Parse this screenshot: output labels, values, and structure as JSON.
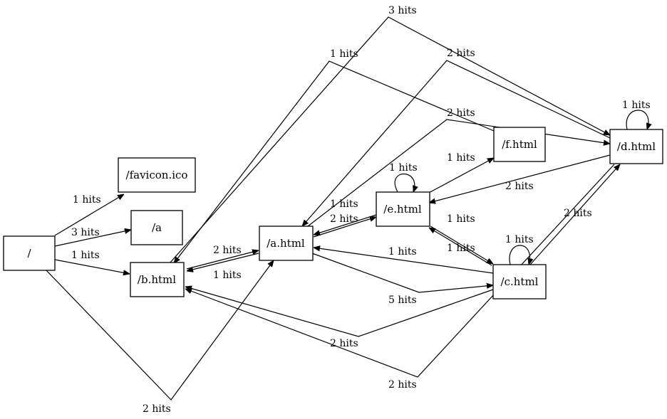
{
  "nodes": [
    {
      "id": "root",
      "label": "/"
    },
    {
      "id": "favicon",
      "label": "/favicon.ico"
    },
    {
      "id": "a",
      "label": "/a"
    },
    {
      "id": "b_html",
      "label": "/b.html"
    },
    {
      "id": "a_html",
      "label": "/a.html"
    },
    {
      "id": "e_html",
      "label": "/e.html"
    },
    {
      "id": "f_html",
      "label": "/f.html"
    },
    {
      "id": "c_html",
      "label": "/c.html"
    },
    {
      "id": "d_html",
      "label": "/d.html"
    }
  ],
  "edges": [
    {
      "id": "root-favicon",
      "label": "1 hits"
    },
    {
      "id": "root-a",
      "label": "3 hits"
    },
    {
      "id": "root-b",
      "label": "1 hits"
    },
    {
      "id": "root-ahtml",
      "label": "2 hits"
    },
    {
      "id": "b-ahtml",
      "label": "2 hits"
    },
    {
      "id": "ahtml-b",
      "label": "1 hits"
    },
    {
      "id": "b-d-top",
      "label": "3 hits"
    },
    {
      "id": "ahtml-f-top",
      "label": "1 hits"
    },
    {
      "id": "d-ahtml-top",
      "label": "2 hits"
    },
    {
      "id": "f-d",
      "label": "2 hits"
    },
    {
      "id": "ahtml-e",
      "label": "2 hits"
    },
    {
      "id": "e-ahtml",
      "label": "1 hits"
    },
    {
      "id": "e-self",
      "label": "1 hits"
    },
    {
      "id": "e-f",
      "label": "1 hits"
    },
    {
      "id": "d-e",
      "label": "2 hits"
    },
    {
      "id": "d-self",
      "label": "1 hits"
    },
    {
      "id": "e-c",
      "label": "1 hits"
    },
    {
      "id": "c-e",
      "label": "1 hits"
    },
    {
      "id": "c-self",
      "label": "1 hits"
    },
    {
      "id": "c-d",
      "label": "2 hits"
    },
    {
      "id": "c-ahtml",
      "label": "1 hits"
    },
    {
      "id": "ahtml-c",
      "label": "5 hits"
    },
    {
      "id": "c-b",
      "label": "2 hits"
    },
    {
      "id": "d-b",
      "label": "2 hits"
    }
  ]
}
